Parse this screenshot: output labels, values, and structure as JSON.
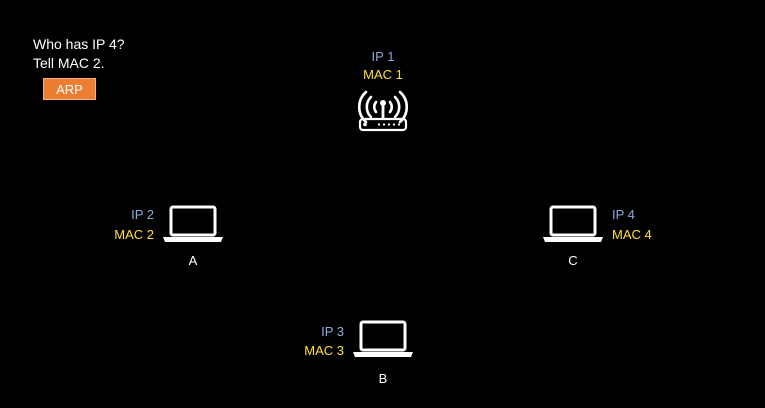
{
  "message": {
    "line1": "Who has IP 4?",
    "line2": "Tell MAC 2."
  },
  "packet_label": "ARP",
  "router": {
    "ip": "IP 1",
    "mac": "MAC 1",
    "icon": "wireless-router-icon"
  },
  "host_a": {
    "name": "A",
    "ip": "IP 2",
    "mac": "MAC 2",
    "icon": "laptop-icon"
  },
  "host_b": {
    "name": "B",
    "ip": "IP 3",
    "mac": "MAC 3",
    "icon": "laptop-icon"
  },
  "host_c": {
    "name": "C",
    "ip": "IP 4",
    "mac": "MAC 4",
    "icon": "laptop-icon"
  },
  "colors": {
    "background": "#000000",
    "ip_text": "#8faadc",
    "mac_text": "#ffe033",
    "packet": "#ed7d31"
  }
}
